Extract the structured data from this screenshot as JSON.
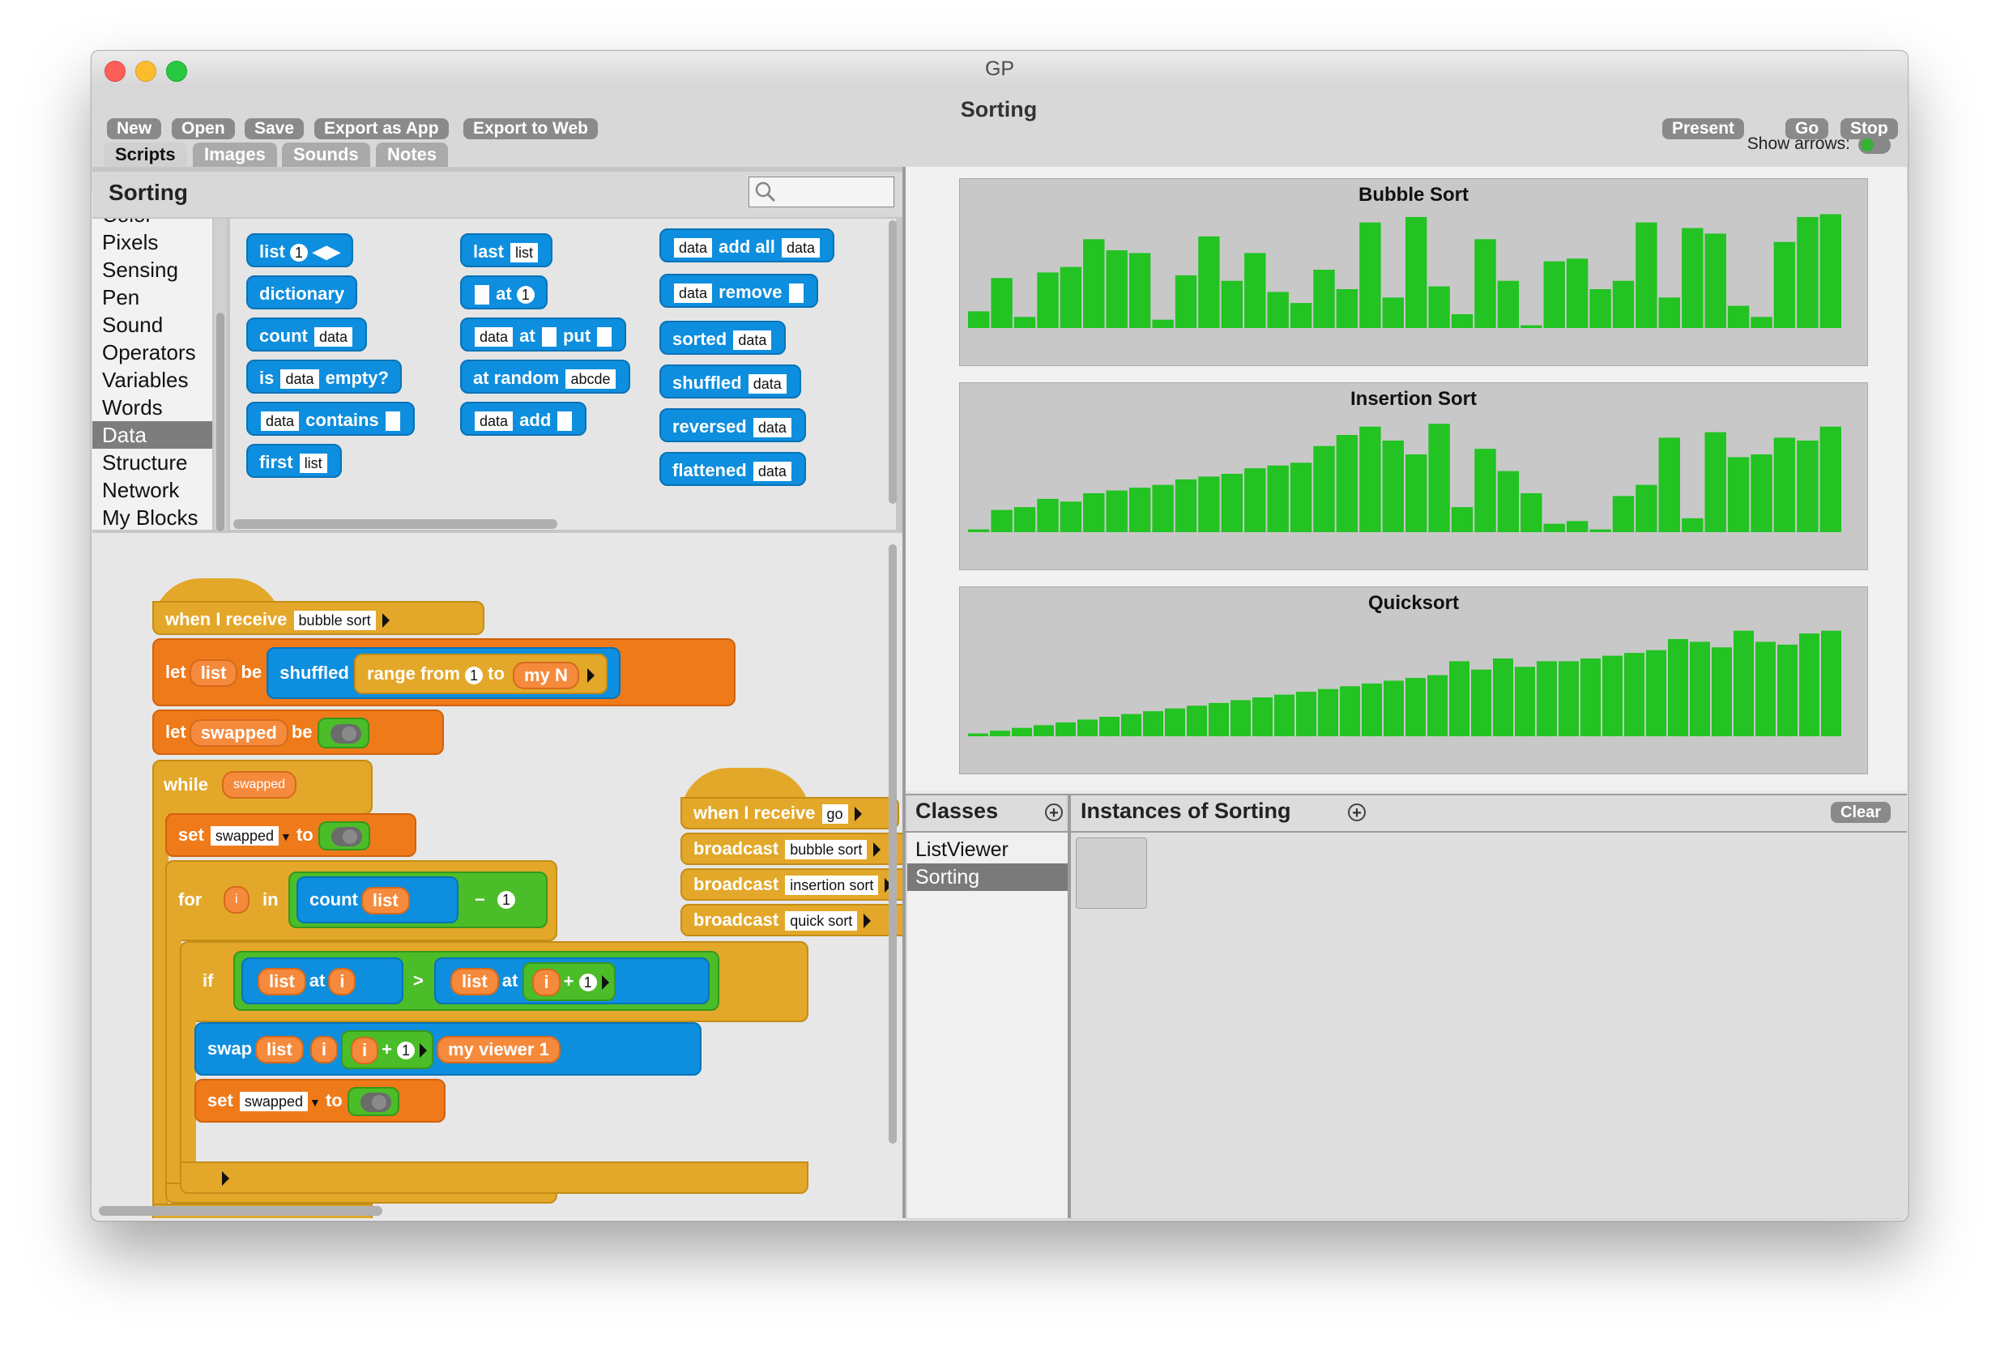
{
  "window": {
    "title": "GP"
  },
  "toolbar": {
    "buttons": [
      "New",
      "Open",
      "Save",
      "Export as App",
      "Export to Web"
    ],
    "project_title": "Sorting",
    "present": "Present",
    "go": "Go",
    "stop": "Stop",
    "show_arrows": "Show arrows:"
  },
  "tabs": [
    "Scripts",
    "Images",
    "Sounds",
    "Notes"
  ],
  "palette": {
    "title": "Sorting",
    "categories": [
      "Color",
      "Pixels",
      "Sensing",
      "Pen",
      "Sound",
      "Operators",
      "Variables",
      "Words",
      "Data",
      "Structure",
      "Network",
      "My Blocks"
    ],
    "selected": "Data",
    "blocks": {
      "list": "list",
      "list_num": "1",
      "dictionary": "dictionary",
      "count": "count",
      "count_arg": "data",
      "is": "is",
      "is_arg": "data",
      "empty": "empty?",
      "contains_arg": "data",
      "contains": "contains",
      "first": "first",
      "first_arg": "list",
      "last": "last",
      "last_arg": "list",
      "at": "at",
      "at_num": "1",
      "put_arg": "data",
      "put_at": "at",
      "put": "put",
      "at_random": "at random",
      "at_random_arg": "abcde",
      "add_arg": "data",
      "add": "add",
      "addall_arg": "data",
      "addall": "add all",
      "addall_arg2": "data",
      "remove_arg": "data",
      "remove": "remove",
      "sorted": "sorted",
      "sorted_arg": "data",
      "shuffled": "shuffled",
      "shuffled_arg": "data",
      "reversed": "reversed",
      "reversed_arg": "data",
      "flattened": "flattened",
      "flattened_arg": "data"
    }
  },
  "script": {
    "when_receive": "when I receive",
    "msg_bubble": "bubble sort",
    "let": "let",
    "var_list": "list",
    "be": "be",
    "shuffled": "shuffled",
    "range_from": "range from",
    "one": "1",
    "to": "to",
    "myN": "my N",
    "var_swapped": "swapped",
    "while": "while",
    "set": "set",
    "set_var": "swapped",
    "for": "for",
    "var_i": "i",
    "in": "in",
    "count": "count",
    "minus": "−",
    "if": "if",
    "at": "at",
    "gt": ">",
    "plus": "+",
    "swap": "swap",
    "my_viewer": "my viewer 1",
    "msg_go": "go",
    "broadcast": "broadcast",
    "msg_insertion": "insertion sort",
    "msg_quick": "quick sort"
  },
  "stage": {
    "bar_color": "#22c322",
    "charts": [
      {
        "title": "Bubble Sort"
      },
      {
        "title": "Insertion Sort"
      },
      {
        "title": "Quicksort"
      }
    ]
  },
  "chart_data": [
    {
      "type": "bar",
      "title": "Bubble Sort",
      "values": [
        6,
        18,
        4,
        20,
        22,
        32,
        28,
        27,
        3,
        19,
        33,
        17,
        27,
        13,
        9,
        21,
        14,
        38,
        11,
        40,
        15,
        5,
        32,
        17,
        1,
        24,
        25,
        14,
        17,
        38,
        11,
        36,
        34,
        8,
        4,
        31,
        40,
        41
      ]
    },
    {
      "type": "bar",
      "title": "Insertion Sort",
      "values": [
        1,
        8,
        9,
        12,
        11,
        14,
        15,
        16,
        17,
        19,
        20,
        21,
        23,
        24,
        25,
        31,
        35,
        38,
        33,
        28,
        39,
        9,
        30,
        22,
        14,
        3,
        4,
        1,
        13,
        17,
        34,
        5,
        36,
        27,
        28,
        34,
        33,
        38
      ]
    },
    {
      "type": "bar",
      "title": "Quicksort",
      "values": [
        1,
        2,
        3,
        4,
        5,
        6,
        7,
        8,
        9,
        10,
        11,
        12,
        13,
        14,
        15,
        16,
        17,
        18,
        19,
        20,
        21,
        22,
        27,
        24,
        28,
        25,
        27,
        27,
        28,
        29,
        30,
        31,
        35,
        34,
        32,
        38,
        34,
        33,
        37,
        38
      ]
    }
  ],
  "classes": {
    "title": "Classes",
    "items": [
      "ListViewer",
      "Sorting"
    ],
    "selected": "Sorting"
  },
  "instances": {
    "title": "Instances of Sorting",
    "clear": "Clear"
  }
}
